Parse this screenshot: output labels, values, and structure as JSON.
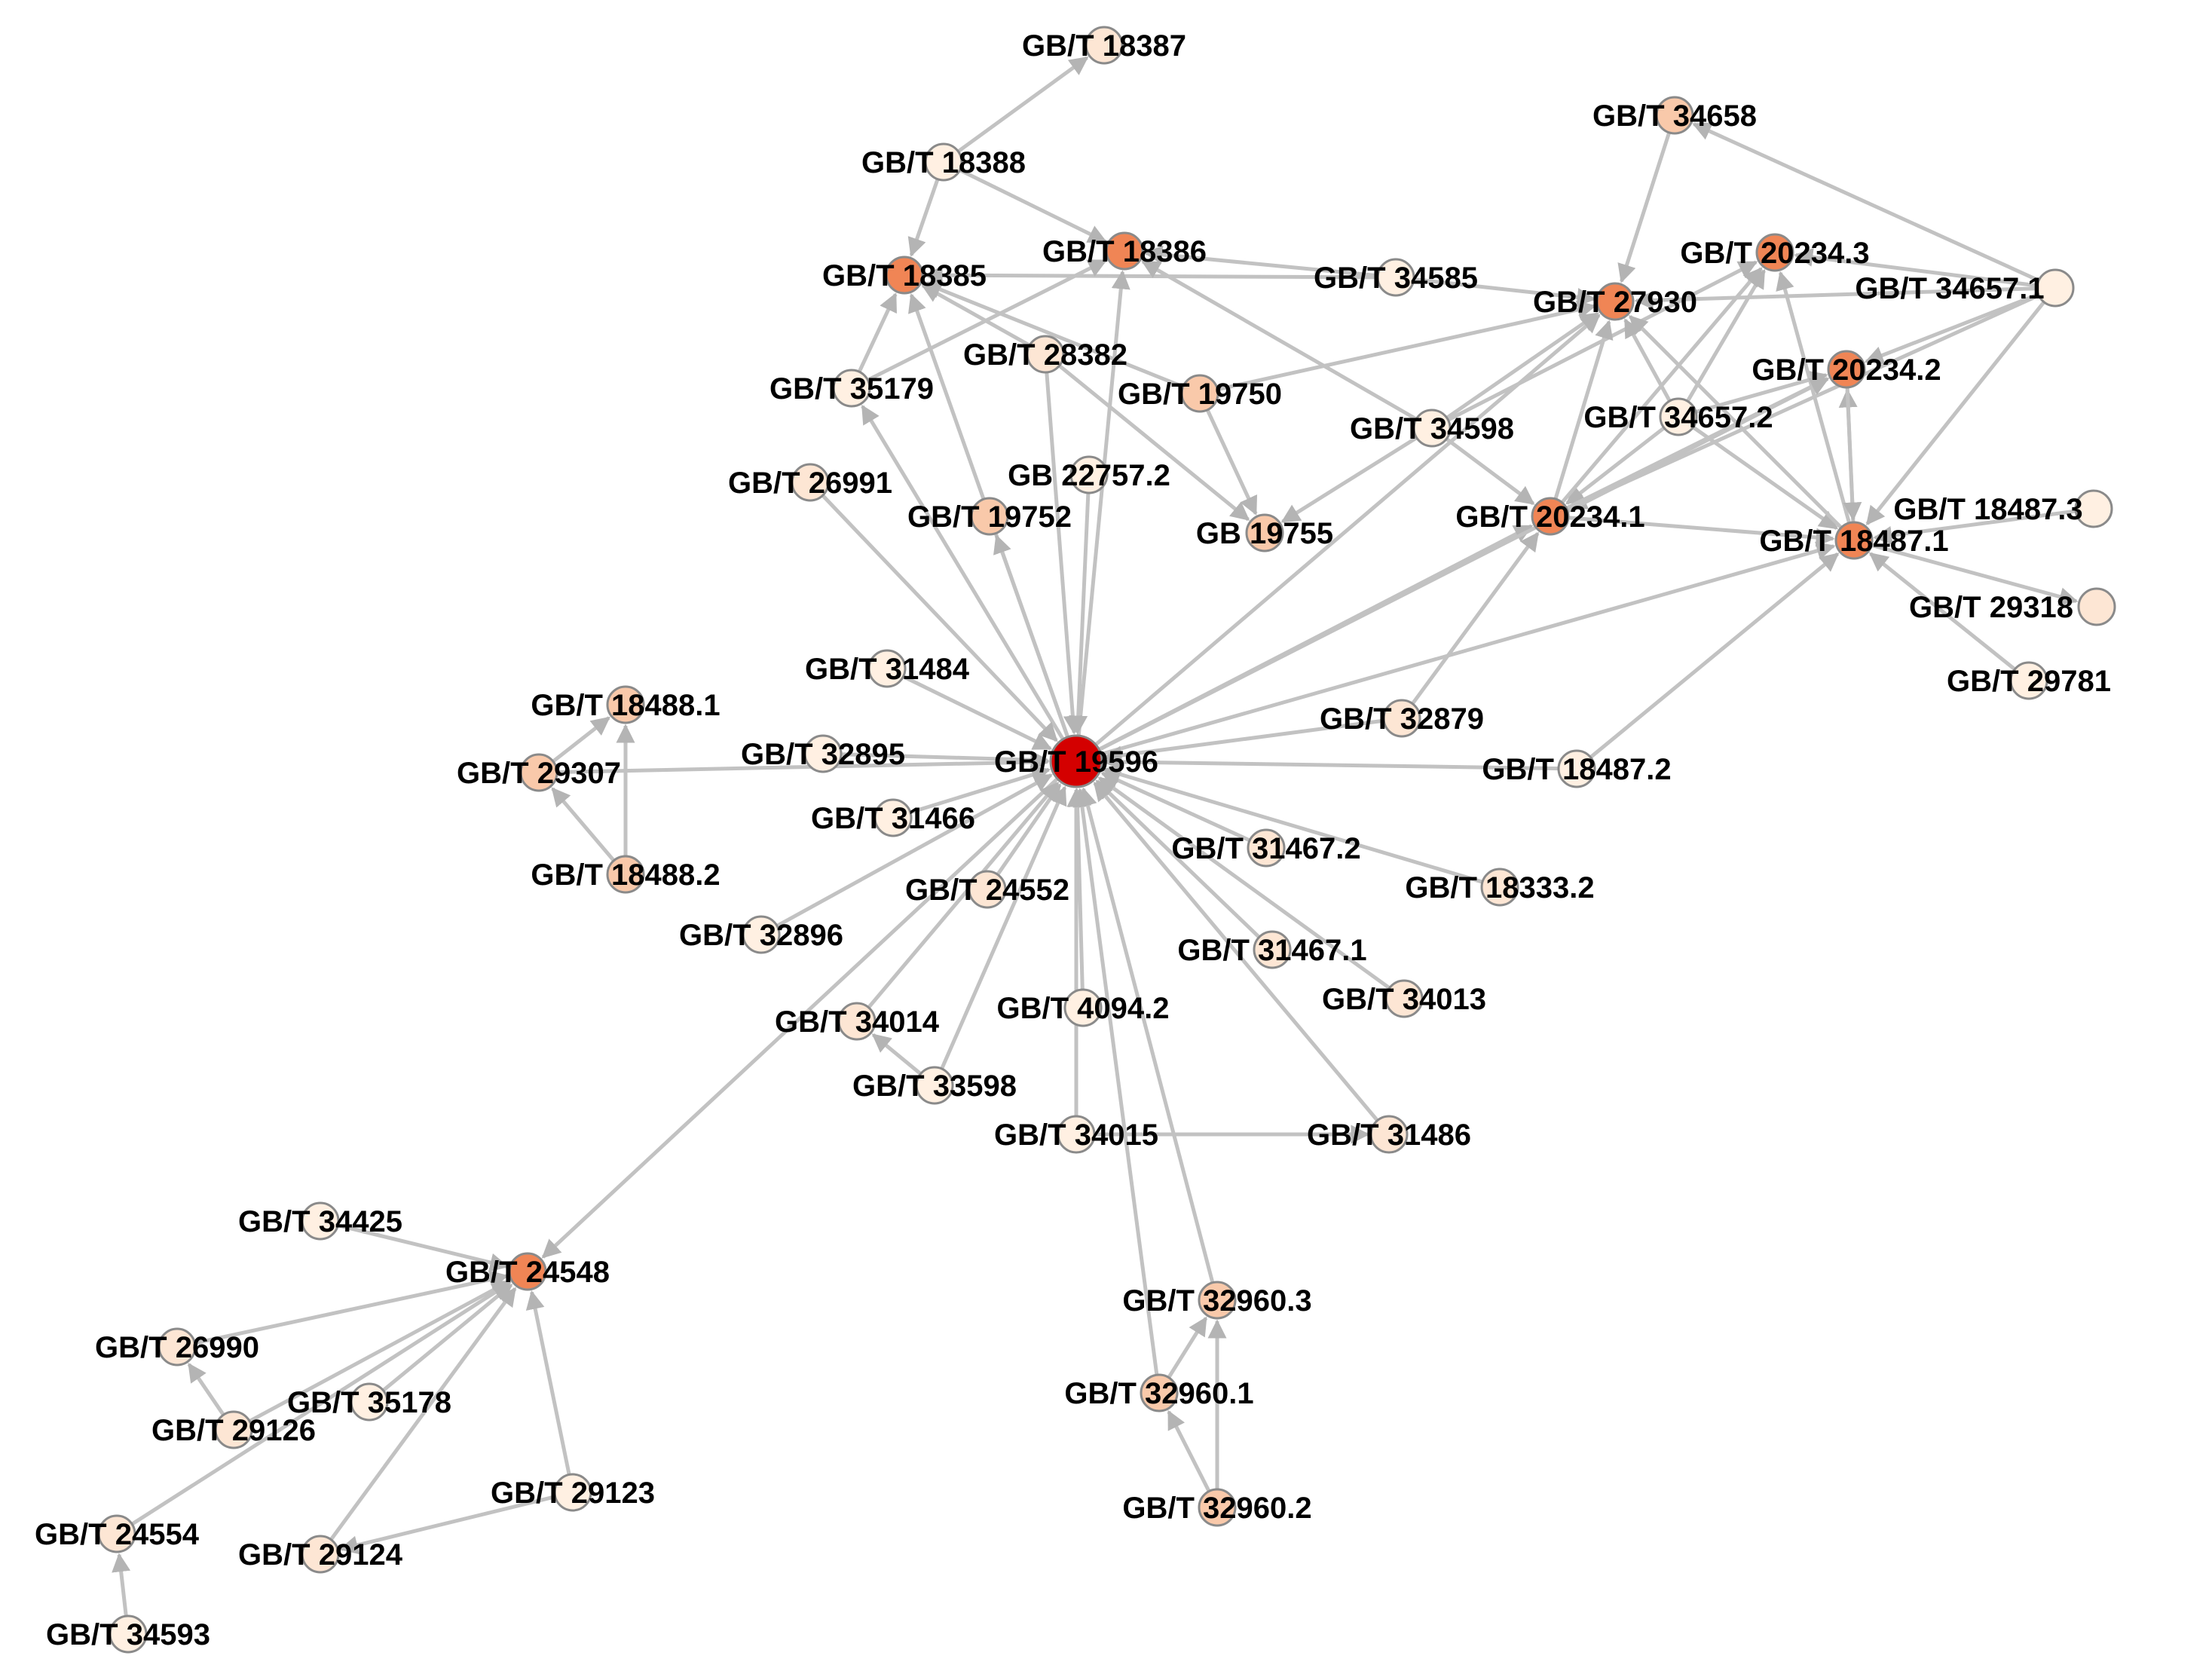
{
  "colors": {
    "center": "#d40000",
    "hub": "#f08555",
    "mid": "#f9c9aa",
    "light": "#fde6d4",
    "pale": "#fff0e2",
    "edge": "#c2c2c2"
  },
  "nodes": [
    {
      "id": "n19596",
      "label": "GB/T 19596",
      "tone": "center"
    },
    {
      "id": "n18387",
      "label": "GB/T 18387",
      "tone": "light"
    },
    {
      "id": "n18388",
      "label": "GB/T 18388",
      "tone": "pale"
    },
    {
      "id": "n18386",
      "label": "GB/T 18386",
      "tone": "hub"
    },
    {
      "id": "n18385",
      "label": "GB/T 18385",
      "tone": "hub"
    },
    {
      "id": "n34585",
      "label": "GB/T 34585",
      "tone": "pale"
    },
    {
      "id": "n28382",
      "label": "GB/T 28382",
      "tone": "light"
    },
    {
      "id": "n35179",
      "label": "GB/T 35179",
      "tone": "pale"
    },
    {
      "id": "n19750",
      "label": "GB/T 19750",
      "tone": "mid"
    },
    {
      "id": "n26991",
      "label": "GB/T 26991",
      "tone": "light"
    },
    {
      "id": "n22757",
      "label": "GB 22757.2",
      "tone": "pale"
    },
    {
      "id": "n19752",
      "label": "GB/T 19752",
      "tone": "mid"
    },
    {
      "id": "n19755",
      "label": "GB 19755",
      "tone": "mid"
    },
    {
      "id": "n34598",
      "label": "GB/T 34598",
      "tone": "pale"
    },
    {
      "id": "n34658",
      "label": "GB/T 34658",
      "tone": "mid"
    },
    {
      "id": "n20234_3",
      "label": "GB/T 20234.3",
      "tone": "hub"
    },
    {
      "id": "n27930",
      "label": "GB/T 27930",
      "tone": "hub"
    },
    {
      "id": "n34657_1",
      "label": "GB/T 34657.1",
      "tone": "pale"
    },
    {
      "id": "n20234_2",
      "label": "GB/T 20234.2",
      "tone": "hub"
    },
    {
      "id": "n34657_2",
      "label": "GB/T 34657.2",
      "tone": "pale"
    },
    {
      "id": "n20234_1",
      "label": "GB/T 20234.1",
      "tone": "hub"
    },
    {
      "id": "n18487_1",
      "label": "GB/T 18487.1",
      "tone": "hub"
    },
    {
      "id": "n18487_3",
      "label": "GB/T 18487.3",
      "tone": "pale"
    },
    {
      "id": "n29318",
      "label": "GB/T 29318",
      "tone": "light"
    },
    {
      "id": "n29781",
      "label": "GB/T 29781",
      "tone": "pale"
    },
    {
      "id": "n31484",
      "label": "GB/T 31484",
      "tone": "pale"
    },
    {
      "id": "n18488_1",
      "label": "GB/T 18488.1",
      "tone": "mid"
    },
    {
      "id": "n32895",
      "label": "GB/T 32895",
      "tone": "pale"
    },
    {
      "id": "n29307",
      "label": "GB/T 29307",
      "tone": "mid"
    },
    {
      "id": "n31466",
      "label": "GB/T 31466",
      "tone": "pale"
    },
    {
      "id": "n18488_2",
      "label": "GB/T 18488.2",
      "tone": "mid"
    },
    {
      "id": "n32879",
      "label": "GB/T 32879",
      "tone": "light"
    },
    {
      "id": "n18487_2",
      "label": "GB/T 18487.2",
      "tone": "pale"
    },
    {
      "id": "n31467_2",
      "label": "GB/T 31467.2",
      "tone": "light"
    },
    {
      "id": "n18333_2",
      "label": "GB/T 18333.2",
      "tone": "light"
    },
    {
      "id": "n24552",
      "label": "GB/T 24552",
      "tone": "light"
    },
    {
      "id": "n32896",
      "label": "GB/T 32896",
      "tone": "pale"
    },
    {
      "id": "n31467_1",
      "label": "GB/T 31467.1",
      "tone": "light"
    },
    {
      "id": "n34013",
      "label": "GB/T 34013",
      "tone": "light"
    },
    {
      "id": "n34014",
      "label": "GB/T 34014",
      "tone": "light"
    },
    {
      "id": "n4094_2",
      "label": "GB/T 4094.2",
      "tone": "pale"
    },
    {
      "id": "n33598",
      "label": "GB/T 33598",
      "tone": "pale"
    },
    {
      "id": "n34015",
      "label": "GB/T 34015",
      "tone": "pale"
    },
    {
      "id": "n31486",
      "label": "GB/T 31486",
      "tone": "light"
    },
    {
      "id": "n34425",
      "label": "GB/T 34425",
      "tone": "pale"
    },
    {
      "id": "n24548",
      "label": "GB/T 24548",
      "tone": "hub"
    },
    {
      "id": "n26990",
      "label": "GB/T 26990",
      "tone": "light"
    },
    {
      "id": "n35178",
      "label": "GB/T 35178",
      "tone": "pale"
    },
    {
      "id": "n29126",
      "label": "GB/T 29126",
      "tone": "light"
    },
    {
      "id": "n29123",
      "label": "GB/T 29123",
      "tone": "pale"
    },
    {
      "id": "n24554",
      "label": "GB/T 24554",
      "tone": "light"
    },
    {
      "id": "n29124",
      "label": "GB/T 29124",
      "tone": "light"
    },
    {
      "id": "n34593",
      "label": "GB/T 34593",
      "tone": "pale"
    },
    {
      "id": "n32960_3",
      "label": "GB/T 32960.3",
      "tone": "mid"
    },
    {
      "id": "n32960_1",
      "label": "GB/T 32960.1",
      "tone": "mid"
    },
    {
      "id": "n32960_2",
      "label": "GB/T 32960.2",
      "tone": "mid"
    }
  ],
  "edges": [
    [
      "n18388",
      "n18387"
    ],
    [
      "n18388",
      "n18385"
    ],
    [
      "n18388",
      "n18386"
    ],
    [
      "n34585",
      "n18386"
    ],
    [
      "n34585",
      "n18385"
    ],
    [
      "n34585",
      "n27930"
    ],
    [
      "n28382",
      "n18385"
    ],
    [
      "n28382",
      "n19755"
    ],
    [
      "n35179",
      "n18385"
    ],
    [
      "n35179",
      "n18386"
    ],
    [
      "n19750",
      "n18385"
    ],
    [
      "n19750",
      "n19755"
    ],
    [
      "n19750",
      "n27930"
    ],
    [
      "n34598",
      "n18386"
    ],
    [
      "n34598",
      "n19755"
    ],
    [
      "n34598",
      "n27930"
    ],
    [
      "n34598",
      "n20234_1"
    ],
    [
      "n34598",
      "n20234_3"
    ],
    [
      "n34658",
      "n27930"
    ],
    [
      "n34657_1",
      "n34658"
    ],
    [
      "n34657_1",
      "n20234_3"
    ],
    [
      "n34657_1",
      "n27930"
    ],
    [
      "n34657_1",
      "n20234_2"
    ],
    [
      "n34657_1",
      "n20234_1"
    ],
    [
      "n34657_1",
      "n18487_1"
    ],
    [
      "n34657_2",
      "n27930"
    ],
    [
      "n34657_2",
      "n20234_3"
    ],
    [
      "n34657_2",
      "n20234_2"
    ],
    [
      "n34657_2",
      "n20234_1"
    ],
    [
      "n34657_2",
      "n18487_1"
    ],
    [
      "n20234_1",
      "n27930"
    ],
    [
      "n20234_1",
      "n20234_3"
    ],
    [
      "n20234_1",
      "n20234_2"
    ],
    [
      "n20234_1",
      "n18487_1"
    ],
    [
      "n18487_1",
      "n27930"
    ],
    [
      "n18487_1",
      "n20234_3"
    ],
    [
      "n18487_1",
      "n20234_2"
    ],
    [
      "n20234_2",
      "n18487_1"
    ],
    [
      "n18487_3",
      "n18487_1"
    ],
    [
      "n29781",
      "n18487_1"
    ],
    [
      "n18487_1",
      "n29318"
    ],
    [
      "n18487_2",
      "n18487_1"
    ],
    [
      "n19596",
      "n18385"
    ],
    [
      "n19596",
      "n18386"
    ],
    [
      "n19596",
      "n19752"
    ],
    [
      "n19596",
      "n35179"
    ],
    [
      "n26991",
      "n19596"
    ],
    [
      "n28382",
      "n19596"
    ],
    [
      "n22757",
      "n19596"
    ],
    [
      "n19596",
      "n20234_1"
    ],
    [
      "n19596",
      "n27930"
    ],
    [
      "n19596",
      "n20234_2"
    ],
    [
      "n19596",
      "n18487_1"
    ],
    [
      "n19596",
      "n24548"
    ],
    [
      "n32879",
      "n19596"
    ],
    [
      "n32879",
      "n20234_1"
    ],
    [
      "n18487_2",
      "n19596"
    ],
    [
      "n31484",
      "n19596"
    ],
    [
      "n32895",
      "n19596"
    ],
    [
      "n29307",
      "n19596"
    ],
    [
      "n31466",
      "n19596"
    ],
    [
      "n32896",
      "n19596"
    ],
    [
      "n24552",
      "n19596"
    ],
    [
      "n34014",
      "n19596"
    ],
    [
      "n4094_2",
      "n19596"
    ],
    [
      "n33598",
      "n19596"
    ],
    [
      "n34015",
      "n19596"
    ],
    [
      "n31467_2",
      "n19596"
    ],
    [
      "n18333_2",
      "n19596"
    ],
    [
      "n31467_1",
      "n19596"
    ],
    [
      "n34013",
      "n19596"
    ],
    [
      "n31486",
      "n19596"
    ],
    [
      "n32960_1",
      "n19596"
    ],
    [
      "n32960_3",
      "n19596"
    ],
    [
      "n18488_2",
      "n18488_1"
    ],
    [
      "n18488_2",
      "n29307"
    ],
    [
      "n29307",
      "n18488_1"
    ],
    [
      "n33598",
      "n34014"
    ],
    [
      "n34015",
      "n31486"
    ],
    [
      "n34425",
      "n24548"
    ],
    [
      "n26990",
      "n24548"
    ],
    [
      "n29126",
      "n24548"
    ],
    [
      "n29126",
      "n26990"
    ],
    [
      "n35178",
      "n24548"
    ],
    [
      "n29124",
      "n24548"
    ],
    [
      "n29123",
      "n24548"
    ],
    [
      "n29123",
      "n29124"
    ],
    [
      "n24554",
      "n24548"
    ],
    [
      "n34593",
      "n24554"
    ],
    [
      "n32960_1",
      "n32960_3"
    ],
    [
      "n32960_2",
      "n32960_1"
    ],
    [
      "n32960_2",
      "n32960_3"
    ]
  ]
}
